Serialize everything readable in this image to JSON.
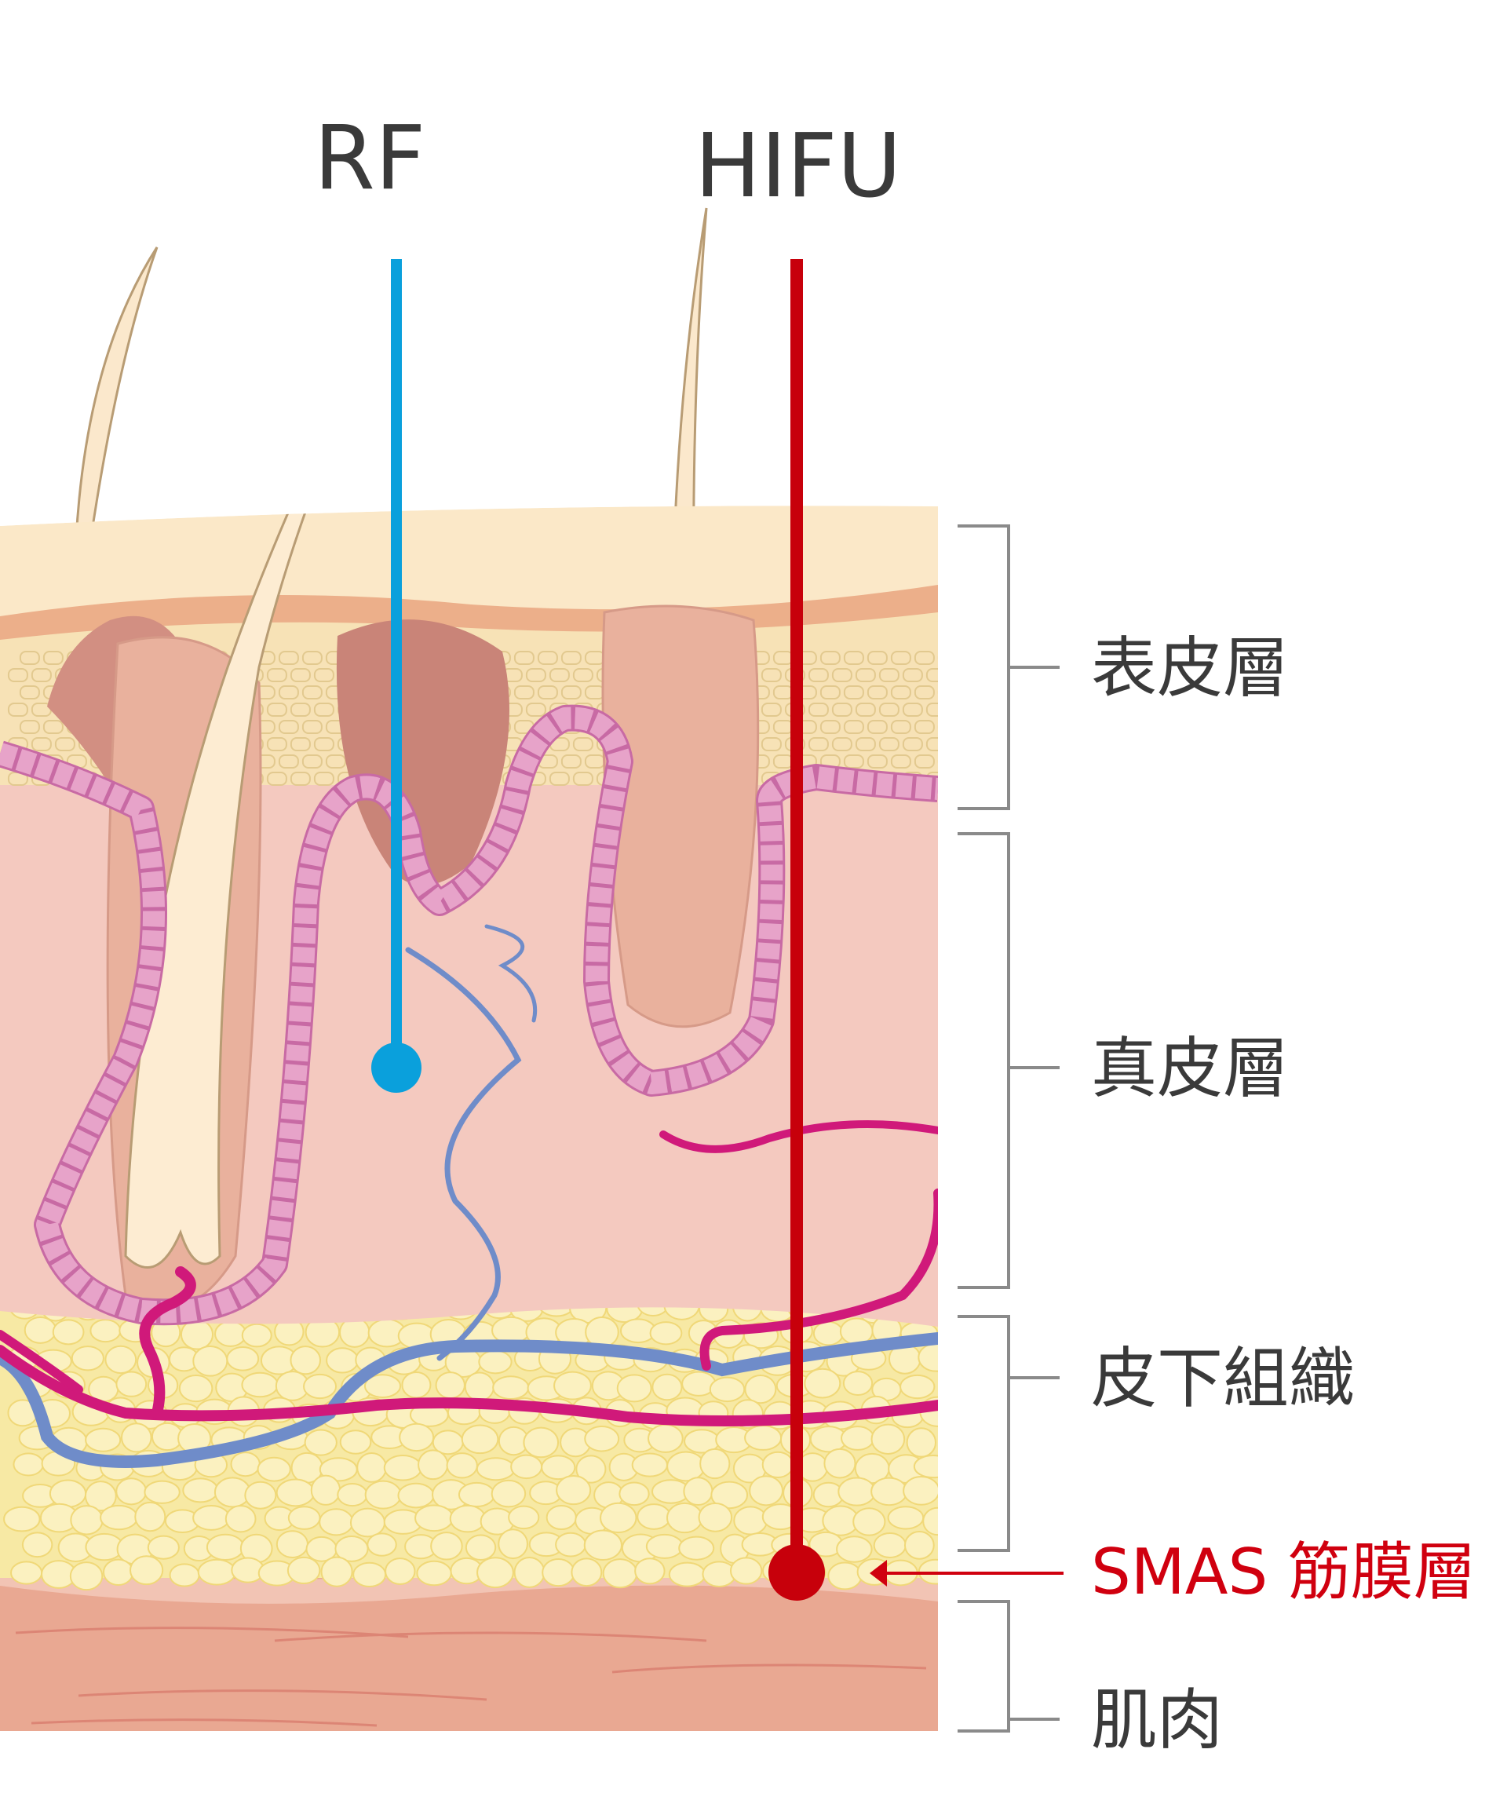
{
  "probes": {
    "rf": {
      "label": "RF",
      "color": "#0aa0dc"
    },
    "hifu": {
      "label": "HIFU",
      "color": "#c7000b"
    }
  },
  "layers": {
    "epidermis": "表皮層",
    "dermis": "真皮層",
    "subcutaneous": "皮下組織",
    "smas": "SMAS 筋膜層",
    "muscle": "肌肉"
  },
  "colors": {
    "label_text": "#3a3a3a",
    "smas_text": "#d0000f",
    "bracket": "#8a8a8a",
    "epidermis_top": "#fbe8c8",
    "dermis": "#f4c9bf",
    "fat": "#f7e9a4",
    "fat_cell": "#fbf1c0",
    "muscle": "#e9a892",
    "artery": "#d0197a",
    "vein": "#6f8cc9",
    "gland": "#e7a3c9"
  }
}
